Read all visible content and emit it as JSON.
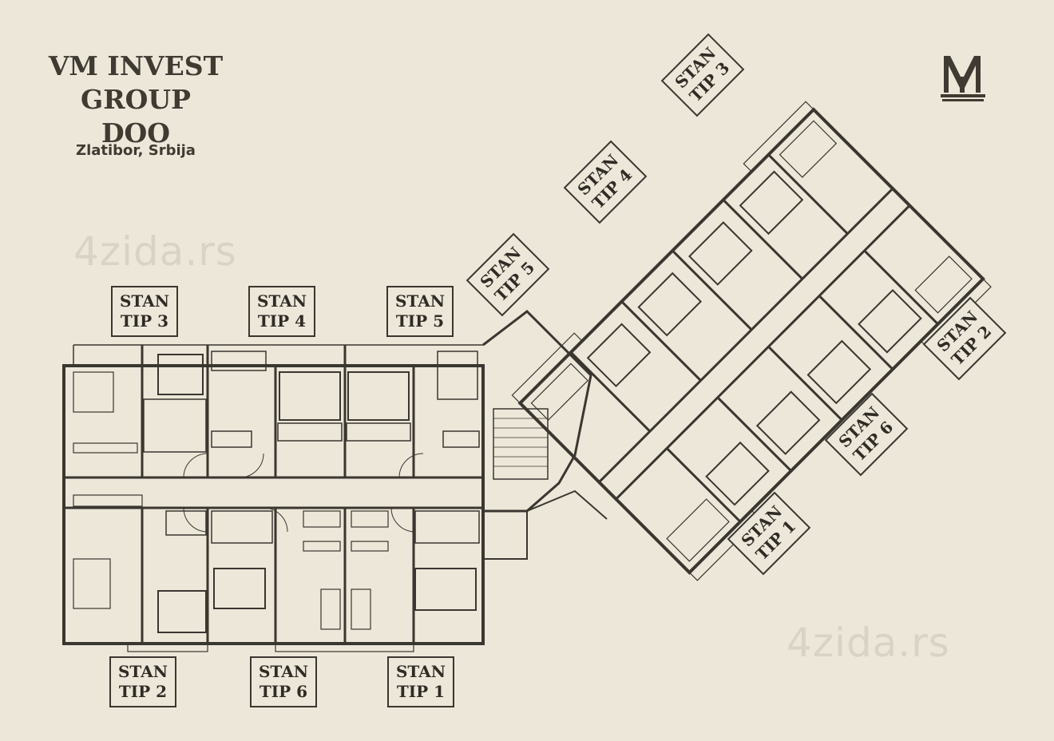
{
  "header": {
    "company_lines": [
      "VM INVEST",
      "GROUP",
      "DOO"
    ],
    "location": "Zlatibor, Srbija"
  },
  "logo": {
    "icon": "vm-monogram-icon",
    "color": "#3f3a32"
  },
  "watermarks": [
    "4zida.rs",
    "4zida.rs"
  ],
  "colors": {
    "background": "#ede7d9",
    "wall": "#3a3630",
    "line": "#6b655a"
  },
  "stan_labels": {
    "left_top": [
      {
        "line1": "STAN",
        "line2": "TIP 3"
      },
      {
        "line1": "STAN",
        "line2": "TIP 4"
      },
      {
        "line1": "STAN",
        "line2": "TIP 5"
      }
    ],
    "left_bottom": [
      {
        "line1": "STAN",
        "line2": "TIP 2"
      },
      {
        "line1": "STAN",
        "line2": "TIP 6"
      },
      {
        "line1": "STAN",
        "line2": "TIP 1"
      }
    ],
    "right": [
      {
        "line1": "STAN",
        "line2": "TIP 3"
      },
      {
        "line1": "STAN",
        "line2": "TIP 4"
      },
      {
        "line1": "STAN",
        "line2": "TIP 5"
      },
      {
        "line1": "STAN",
        "line2": "TIP 2"
      },
      {
        "line1": "STAN",
        "line2": "TIP 6"
      },
      {
        "line1": "STAN",
        "line2": "TIP 1"
      }
    ]
  }
}
